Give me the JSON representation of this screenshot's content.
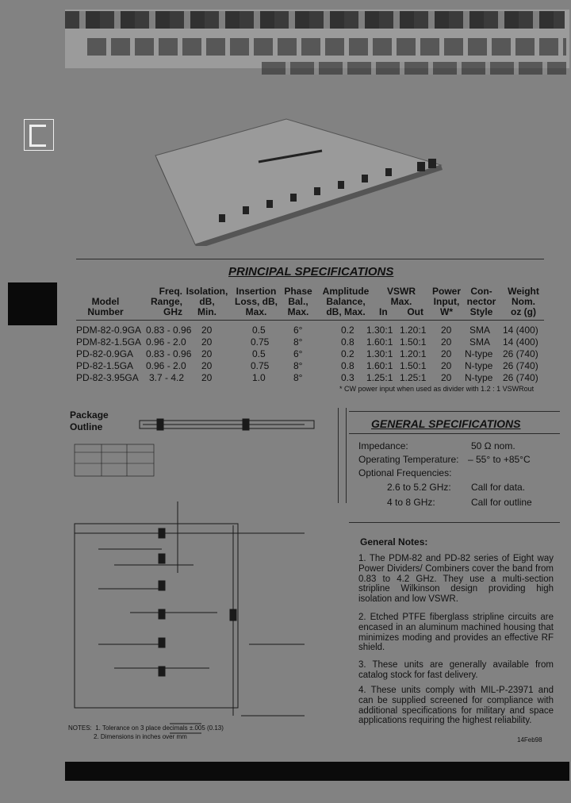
{
  "principal_specs": {
    "title": "PRINCIPAL SPECIFICATIONS",
    "headers": {
      "model": [
        "Model",
        "Number"
      ],
      "freq": [
        "Freq.",
        "Range,",
        "GHz"
      ],
      "isolation": [
        "Isolation,",
        "dB,",
        "Min."
      ],
      "insertion": [
        "Insertion",
        "Loss, dB,",
        "Max."
      ],
      "phase": [
        "Phase",
        "Bal.,",
        "Max."
      ],
      "amplitude": [
        "Amplitude",
        "Balance,",
        "dB, Max."
      ],
      "vswr": [
        "VSWR",
        "Max.",
        "In",
        "Out"
      ],
      "power": [
        "Power",
        "Input,",
        "W*"
      ],
      "connector": [
        "Con-",
        "nector",
        "Style"
      ],
      "weight": [
        "Weight",
        "Nom.",
        "oz (g)"
      ]
    },
    "rows": [
      {
        "model": "PDM-82-0.9GA",
        "freq": "0.83 - 0.96",
        "iso": "20",
        "loss": "0.5",
        "phase": "6°",
        "amp": "0.2",
        "vin": "1.30:1",
        "vout": "1.20:1",
        "power": "20",
        "conn": "SMA",
        "weight": "14 (400)"
      },
      {
        "model": "PDM-82-1.5GA",
        "freq": "0.96 - 2.0",
        "iso": "20",
        "loss": "0.75",
        "phase": "8°",
        "amp": "0.8",
        "vin": "1.60:1",
        "vout": "1.50:1",
        "power": "20",
        "conn": "SMA",
        "weight": "14 (400)"
      },
      {
        "model": "PD-82-0.9GA",
        "freq": "0.83 - 0.96",
        "iso": "20",
        "loss": "0.5",
        "phase": "6°",
        "amp": "0.2",
        "vin": "1.30:1",
        "vout": "1.20:1",
        "power": "20",
        "conn": "N-type",
        "weight": "26 (740)"
      },
      {
        "model": "PD-82-1.5GA",
        "freq": "0.96 - 2.0",
        "iso": "20",
        "loss": "0.75",
        "phase": "8°",
        "amp": "0.8",
        "vin": "1.60:1",
        "vout": "1.50:1",
        "power": "20",
        "conn": "N-type",
        "weight": "26 (740)"
      },
      {
        "model": "PD-82-3.95GA",
        "freq": "3.7 - 4.2",
        "iso": "20",
        "loss": "1.0",
        "phase": "8°",
        "amp": "0.3",
        "vin": "1.25:1",
        "vout": "1.25:1",
        "power": "20",
        "conn": "N-type",
        "weight": "26 (740)"
      }
    ],
    "footnote": "* CW power input when used as divider with 1.2 : 1 VSWRout"
  },
  "package": {
    "title_line1": "Package",
    "title_line2": "Outline",
    "notes_label": "NOTES:",
    "note1": "1. Tolerance on 3 place decimals ±.005 (0.13)",
    "note2": "2. Dimensions in inches over mm"
  },
  "general_specs": {
    "title": "GENERAL SPECIFICATIONS",
    "items": [
      {
        "label": "Impedance:",
        "value": "50 Ω nom."
      },
      {
        "label": "Operating Temperature:",
        "value": "– 55° to +85°C"
      },
      {
        "label": "Optional Frequencies:",
        "value": ""
      },
      {
        "label": "2.6 to 5.2 GHz:",
        "value": "Call for data."
      },
      {
        "label": "4 to 8 GHz:",
        "value": "Call for outline"
      }
    ]
  },
  "general_notes": {
    "title": "General Notes:",
    "notes": [
      "1. The PDM-82 and PD-82 series of Eight way Power Dividers/ Combiners cover the band from 0.83 to 4.2 GHz. They use a multi-section stripline Wilkinson design providing high isolation and low VSWR.",
      "2. Etched PTFE fiberglass stripline circuits are encased in an aluminum machined housing that minimizes moding and provides an effective RF shield.",
      "3. These units are generally available from catalog stock for fast delivery.",
      "4. These units comply with MIL-P-23971 and can be supplied screened for compliance with additional specifications for military and space applications requiring the highest reliability."
    ]
  },
  "date_code": "14Feb98"
}
